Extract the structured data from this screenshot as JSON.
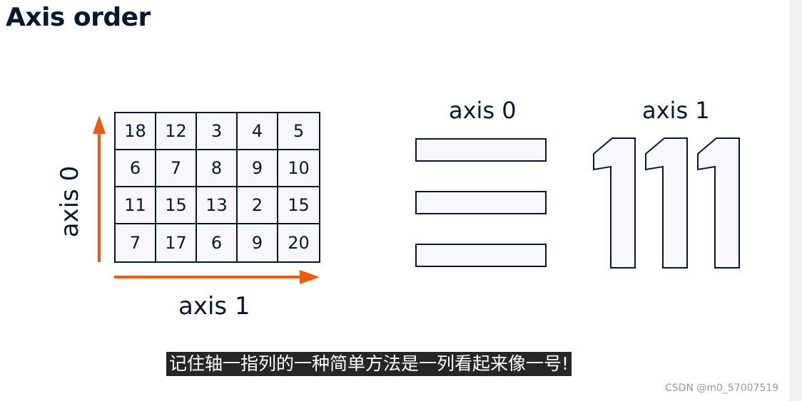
{
  "title": "Axis order",
  "grid": {
    "rows": [
      [
        "18",
        "12",
        "3",
        "4",
        "5"
      ],
      [
        "6",
        "7",
        "8",
        "9",
        "10"
      ],
      [
        "11",
        "15",
        "13",
        "2",
        "15"
      ],
      [
        "7",
        "17",
        "6",
        "9",
        "20"
      ]
    ]
  },
  "labels": {
    "axis0_left": "axis 0",
    "axis1_bottom": "axis 1",
    "axis0_right": "axis 0",
    "axis1_right": "axis 1"
  },
  "colors": {
    "arrow": "#ef5a0d",
    "ink": "#05192d",
    "fill": "#f7f7fc"
  },
  "icons": {
    "axis0_symbol": "three-horizontal-bars",
    "axis1_symbol": "numeral-one-outline"
  },
  "subtitle": "记住轴一指列的一种简单方法是一列看起来像一号!",
  "watermark": "CSDN @m0_57007519"
}
